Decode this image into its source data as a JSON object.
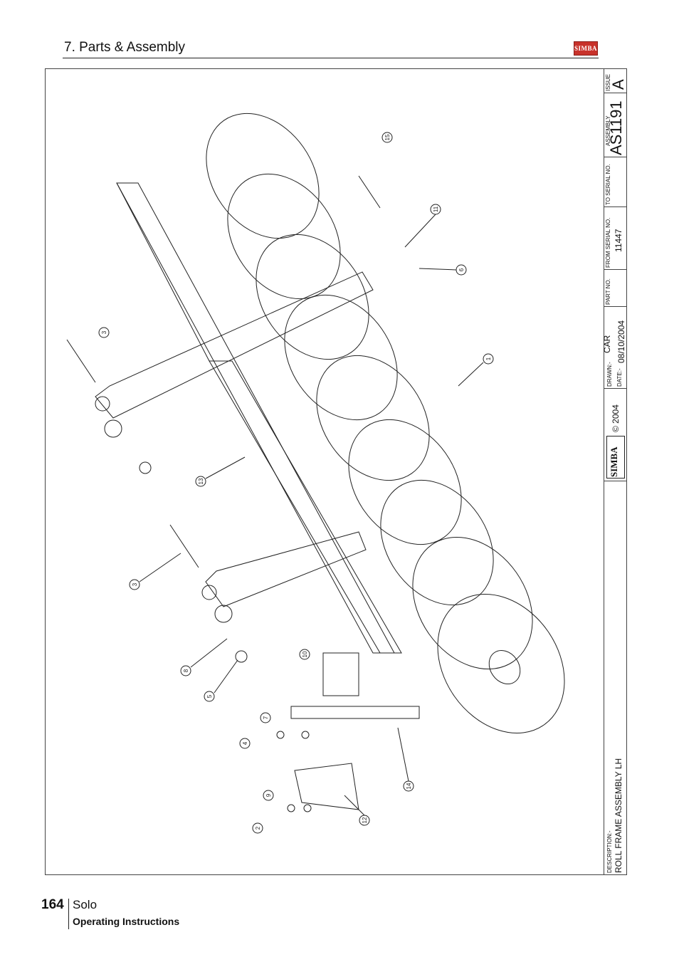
{
  "header": {
    "section_title": "7. Parts & Assembly",
    "logo_text": "SIMBA"
  },
  "title_block": {
    "issue_label": "ISSUE",
    "issue_value": "A",
    "assembly_label": "ASSEMBLY",
    "assembly_value": "AS1191",
    "to_serial_label": "TO SERIAL NO.",
    "to_serial_value": "",
    "from_serial_label": "FROM SERIAL NO.",
    "from_serial_value": "11447",
    "part_no_label": "PART NO.",
    "drawn_label": "DRAWN:-",
    "drawn_value": "CAR",
    "date_label": "DATE:-",
    "date_value": "08/10/2004",
    "copyright": "© 2004",
    "logo_text": "SIMBA",
    "description_label": "DESCRIPTION:-",
    "description_value": "ROLL FRAME ASSEMBLY LH"
  },
  "callouts": [
    "15",
    "11",
    "6",
    "3",
    "1",
    "13",
    "3",
    "8",
    "5",
    "10",
    "7",
    "4",
    "9",
    "2",
    "12",
    "14"
  ],
  "footer": {
    "page_number": "164",
    "product": "Solo",
    "subtitle": "Operating Instructions"
  }
}
